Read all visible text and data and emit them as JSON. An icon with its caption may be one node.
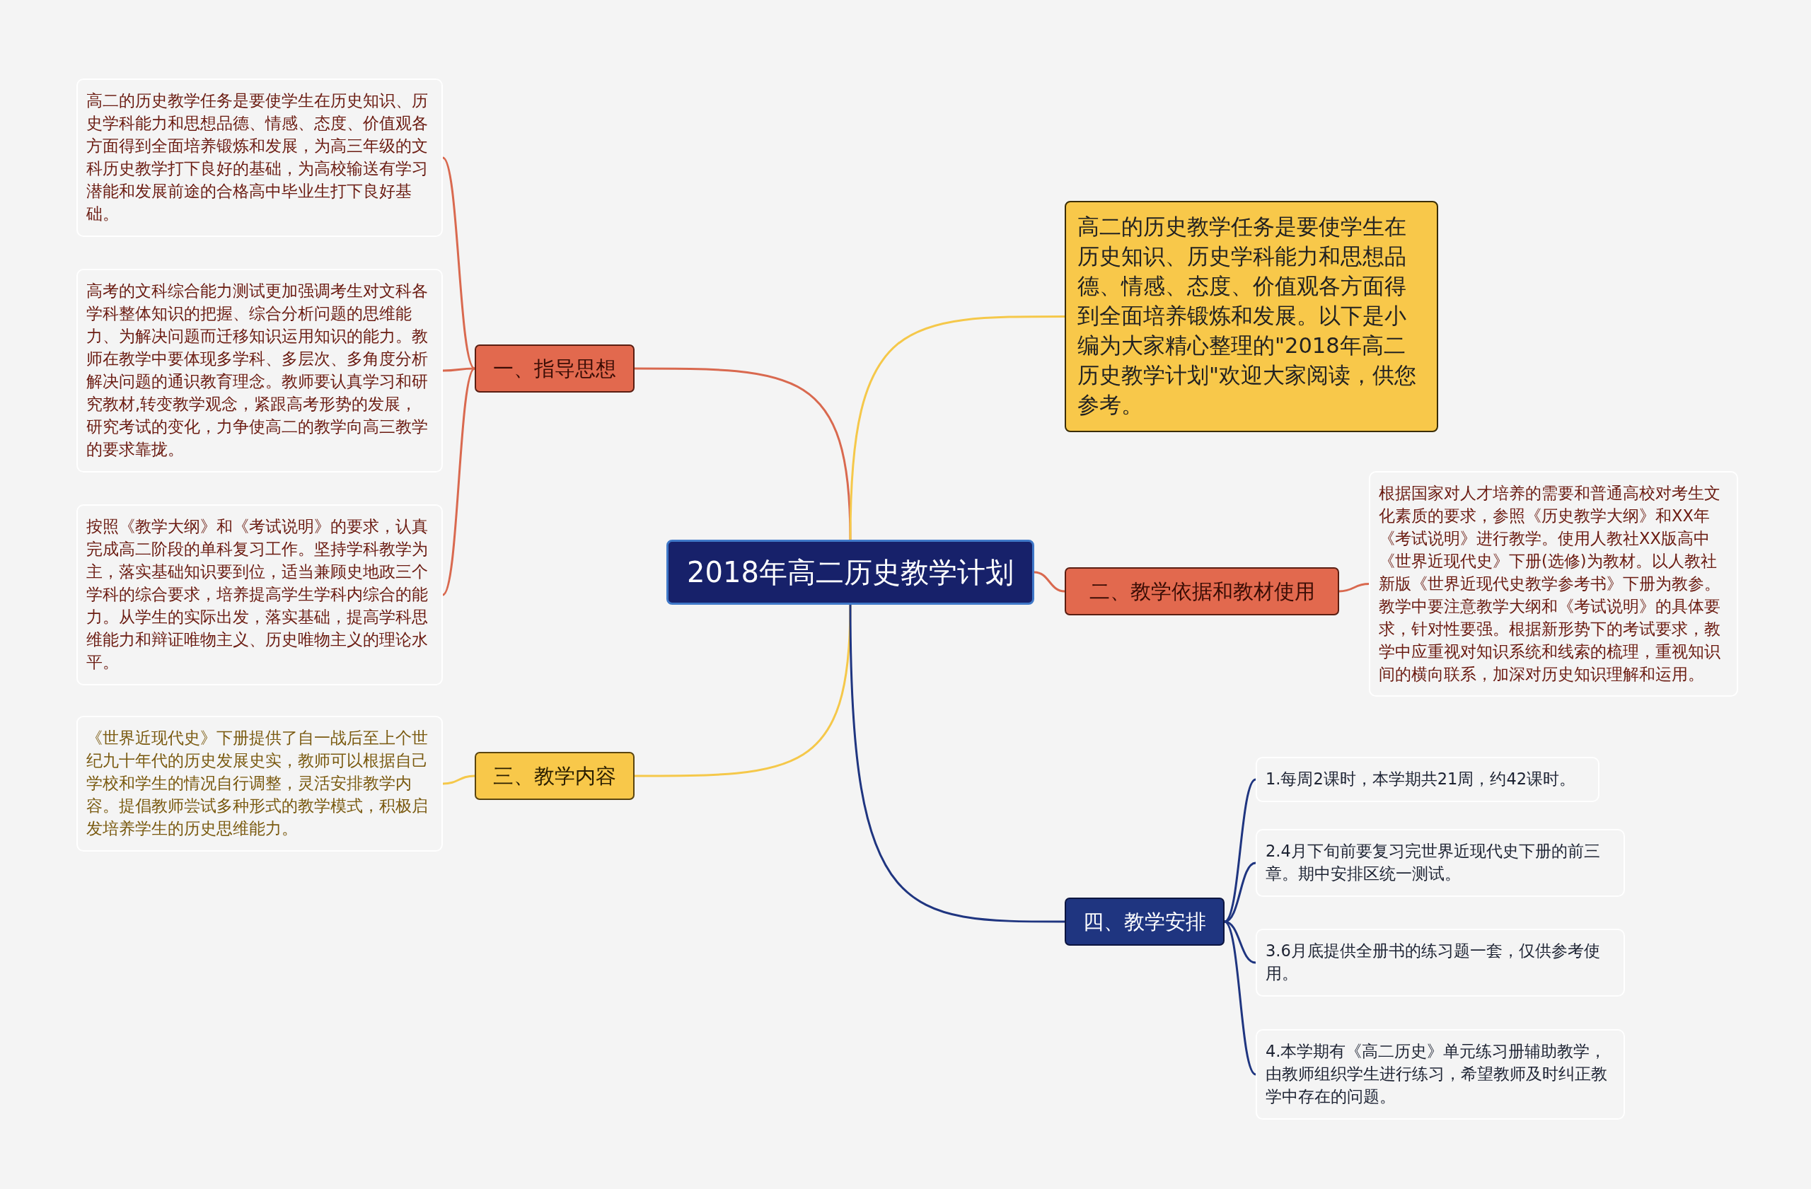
{
  "diagram": {
    "nodes": [
      {
        "text": [
          "2018年高二历史教学计划"
        ]
      },
      {
        "text": [
          "一、指导思想"
        ]
      },
      {
        "text": [
          "高二的历史教学任务是要使学生在历史知识、历史学科能力和思想品德、情感、态度、价值观各方面得到全面培养锻炼和发展，为高三年级的文科历史教学打下良好的基础，为高校输送有学习潜能和发展前途的合格高中毕业生打下良好基础。"
        ]
      },
      {
        "text": [
          "高考的文科综合能力测试更加强调考生对文科各学科整体知识的把握、综合分析问题的思维能力、为解决问题而迁移知识运用知识的能力。教师在教学中要体现多学科、多层次、多角度分析解决问题的通识教育理念。教师要认真学习和研究教材,转变教学观念，紧跟高考形势的发展，研究考试的变化，力争使高二的教学向高三教学的要求靠拢。"
        ]
      },
      {
        "text": [
          "按照《教学大纲》和《考试说明》的要求，认真完成高二阶段的单科复习工作。坚持学科教学为主，落实基础知识要到位，适当兼顾史地政三个学科的综合要求，培养提高学生学科内综合的能力。从学生的实际出发，落实基础，提高学科思维能力和辩证唯物主义、历史唯物主义的理论水平。"
        ]
      },
      {
        "text": [
          "高二的历史教学任务是要使学生在历史知识、历史学科能力和思想品德、情感、态度、价值观各方面得到全面培养锻炼和发展。以下是小编为大家精心整理的\"2018年高二历史教学计划\"欢迎大家阅读，供您参考。"
        ]
      },
      {
        "text": [
          "二、教学依据和教材使用"
        ]
      },
      {
        "text": [
          "根据国家对人才培养的需要和普通高校对考生文化素质的要求，参照《历史教学大纲》和XX年《考试说明》进行教学。使用人教社XX版高中《世界近现代史》下册(选修)为教材。以人教社新版《世界近现代史教学参考书》下册为教参。教学中要注意教学大纲和《考试说明》的具体要求，针对性要强。根据新形势下的考试要求，教学中应重视对知识系统和线索的梳理，重视知识间的横向联系，加深对历史知识理解和运用。"
        ]
      },
      {
        "text": [
          "三、教学内容"
        ]
      },
      {
        "text": [
          "《世界近现代史》下册提供了自一战后至上个世纪九十年代的历史发展史实，教师可以根据自己学校和学生的情况自行调整，灵活安排教学内容。提倡教师尝试多种形式的教学模式，积极启发培养学生的历史思维能力。"
        ]
      },
      {
        "text": [
          "四、教学安排"
        ]
      },
      {
        "text": [
          "1.每周2课时，本学期共21周，约42课时。"
        ]
      },
      {
        "text": [
          "2.4月下旬前要复习完世界近现代史下册的前三章。期中安排区统一测试。"
        ]
      },
      {
        "text": [
          "3.6月底提供全册书的练习题一套，仅供参考使用。"
        ]
      },
      {
        "text": [
          "4.本学期有《高二历史》单元练习册辅助教学，由教师组织学生进行练习，希望教师及时纠正教学中存在的问题。"
        ]
      }
    ],
    "edges": [
      {
        "from": 0,
        "to": 1,
        "arrow": "none"
      },
      {
        "from": 1,
        "to": 2,
        "arrow": "none"
      },
      {
        "from": 1,
        "to": 3,
        "arrow": "none"
      },
      {
        "from": 1,
        "to": 4,
        "arrow": "none"
      },
      {
        "from": 0,
        "to": 5,
        "arrow": "none",
        "color": "#f5c84a"
      },
      {
        "from": 0,
        "to": 6,
        "arrow": "none"
      },
      {
        "from": 6,
        "to": 7,
        "arrow": "none"
      },
      {
        "from": 0,
        "to": 8,
        "arrow": "none",
        "color": "#f5c84a"
      },
      {
        "from": 8,
        "to": 9,
        "arrow": "none",
        "color": "#f5c84a"
      },
      {
        "from": 0,
        "to": 10,
        "arrow": "none",
        "color": "#1f3580"
      },
      {
        "from": 10,
        "to": 11,
        "arrow": "none",
        "color": "#1f3580"
      },
      {
        "from": 10,
        "to": 12,
        "arrow": "none",
        "color": "#1f3580"
      },
      {
        "from": 10,
        "to": 13,
        "arrow": "none",
        "color": "#1f3580"
      },
      {
        "from": 10,
        "to": 14,
        "arrow": "none",
        "color": "#1f3580"
      }
    ]
  }
}
